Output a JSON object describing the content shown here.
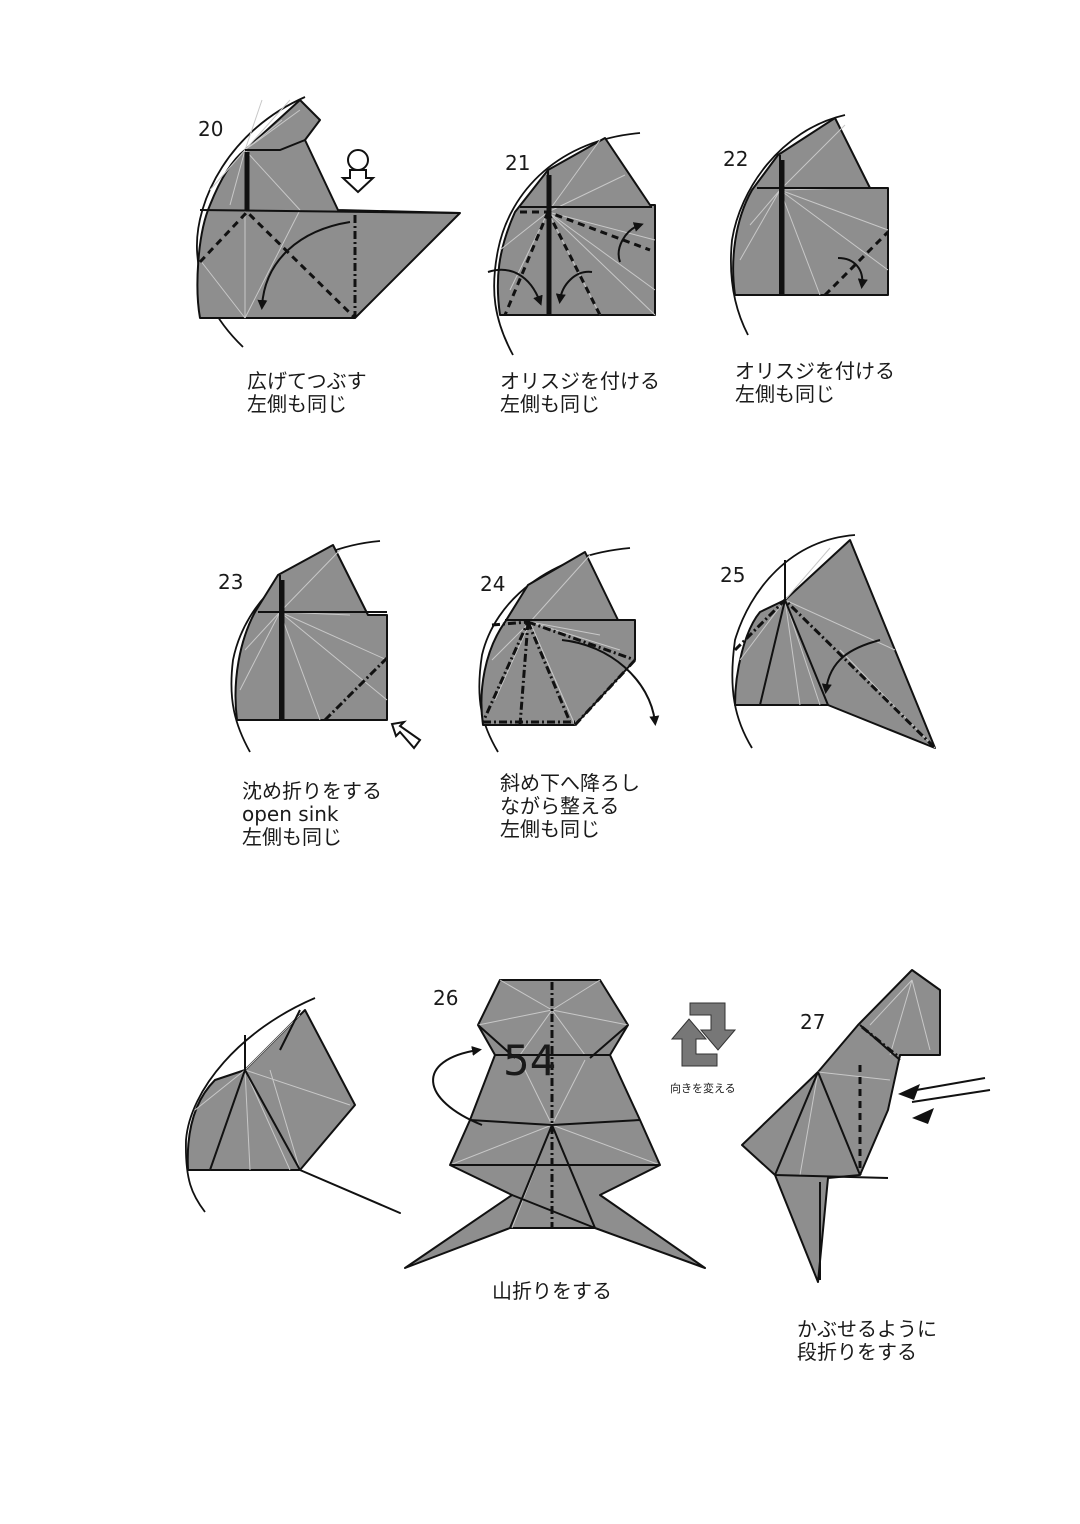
{
  "page_number": "54",
  "icon_names": [
    "push-arrow-icon",
    "rotate-icon",
    "sink-arrow-icon"
  ],
  "colors": {
    "paper": "#8e8e8e",
    "line": "#111111",
    "crease": "#c8c8c8"
  },
  "steps": [
    {
      "number": "20",
      "caption": "広げてつぶす\n左側も同じ"
    },
    {
      "number": "21",
      "caption": "オリスジを付ける\n左側も同じ"
    },
    {
      "number": "22",
      "caption": "オリスジを付ける\n左側も同じ"
    },
    {
      "number": "23",
      "caption": "沈め折りをする\nopen sink\n左側も同じ"
    },
    {
      "number": "24",
      "caption": "斜め下へ降ろし\nながら整える\n左側も同じ"
    },
    {
      "number": "25",
      "caption": ""
    },
    {
      "number": "26",
      "caption": "山折りをする"
    },
    {
      "number": "27",
      "caption": "かぶせるように\n段折りをする"
    }
  ],
  "rotate_caption": "向きを変える"
}
